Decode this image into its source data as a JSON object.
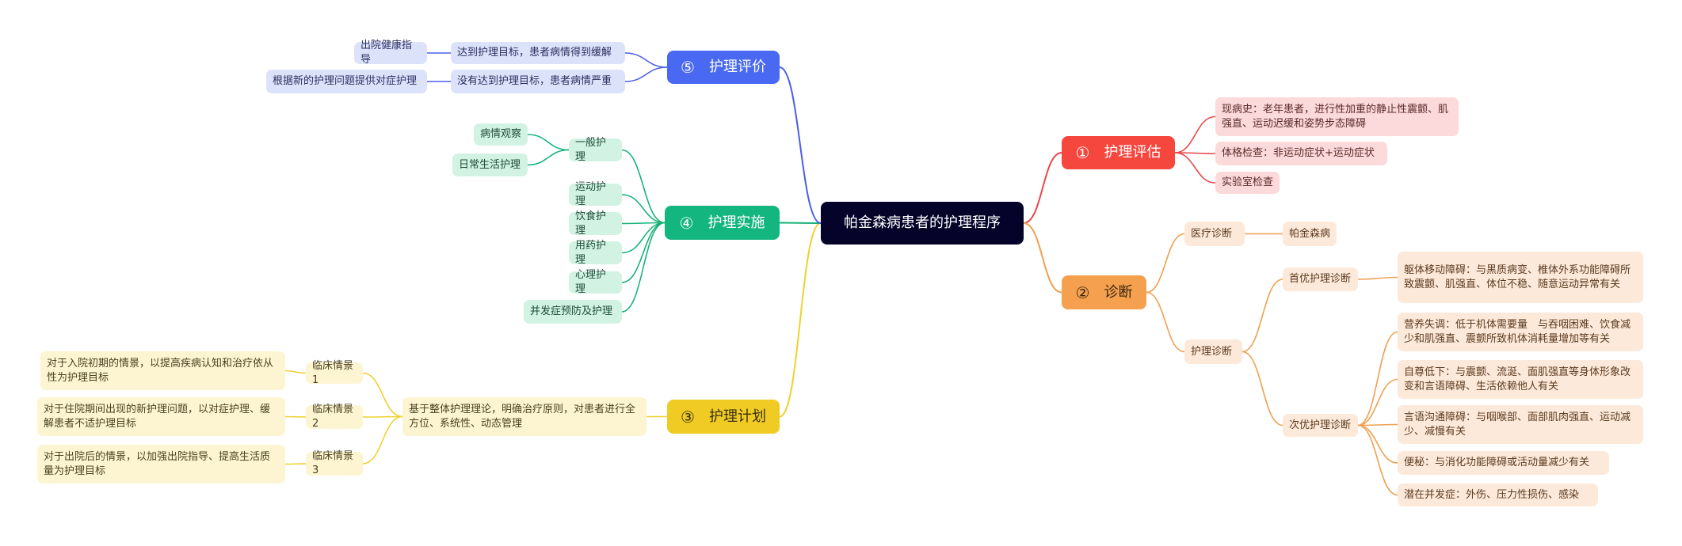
{
  "title": "帕金森病患者的护理程序",
  "colors": {
    "assessment": "#e8484a",
    "diagnosis": "#f0a050",
    "plan": "#f0d030",
    "implementation": "#18b37a",
    "evaluation": "#4a5ee8",
    "root": "#05032a"
  },
  "assessment": {
    "num": "①",
    "label": "护理评估",
    "items": [
      "现病史：老年患者，进行性加重的静止性震颤、肌强直、运动迟缓和姿势步态障碍",
      "体格检查：非运动症状+运动症状",
      "实验室检查"
    ]
  },
  "diagnosis": {
    "num": "②",
    "label": "诊断",
    "medical": {
      "label": "医疗诊断",
      "value": "帕金森病"
    },
    "nursing": {
      "label": "护理诊断",
      "primary": {
        "label": "首优护理诊断",
        "items": [
          "躯体移动障碍：与黑质病变、椎体外系功能障碍所致震颤、肌强直、体位不稳、随意运动异常有关"
        ]
      },
      "secondary": {
        "label": "次优护理诊断",
        "items": [
          "营养失调：低于机体需要量　与吞咽困难、饮食减少和肌强直、震颤所致机体消耗量增加等有关",
          "自尊低下：与震颤、流涎、面肌强直等身体形象改变和言语障碍、生活依赖他人有关",
          "言语沟通障碍：与咽喉部、面部肌肉强直、运动减少、减慢有关",
          "便秘：与消化功能障碍或活动量减少有关",
          "潜在并发症：外伤、压力性损伤、感染"
        ]
      }
    }
  },
  "plan": {
    "num": "③",
    "label": "护理计划",
    "summary": "基于整体护理理论，明确治疗原则，对患者进行全方位、系统性、动态管理",
    "scenarios": [
      {
        "label": "临床情景1",
        "goal": "对于入院初期的情景，以提高疾病认知和治疗依从性为护理目标"
      },
      {
        "label": "临床情景2",
        "goal": "对于住院期间出现的新护理问题，以对症护理、缓解患者不适护理目标"
      },
      {
        "label": "临床情景3",
        "goal": "对于出院后的情景，以加强出院指导、提高生活质量为护理目标"
      }
    ]
  },
  "implementation": {
    "num": "④",
    "label": "护理实施",
    "general": {
      "label": "一般护理",
      "items": [
        "病情观察",
        "日常生活护理"
      ]
    },
    "items": [
      "运动护理",
      "饮食护理",
      "用药护理",
      "心理护理",
      "并发症预防及护理"
    ]
  },
  "evaluation": {
    "num": "⑤",
    "label": "护理评价",
    "outcomes": [
      {
        "label": "达到护理目标，患者病情得到缓解",
        "action": "出院健康指导"
      },
      {
        "label": "没有达到护理目标，患者病情严重",
        "action": "根据新的护理问题提供对症护理"
      }
    ]
  }
}
